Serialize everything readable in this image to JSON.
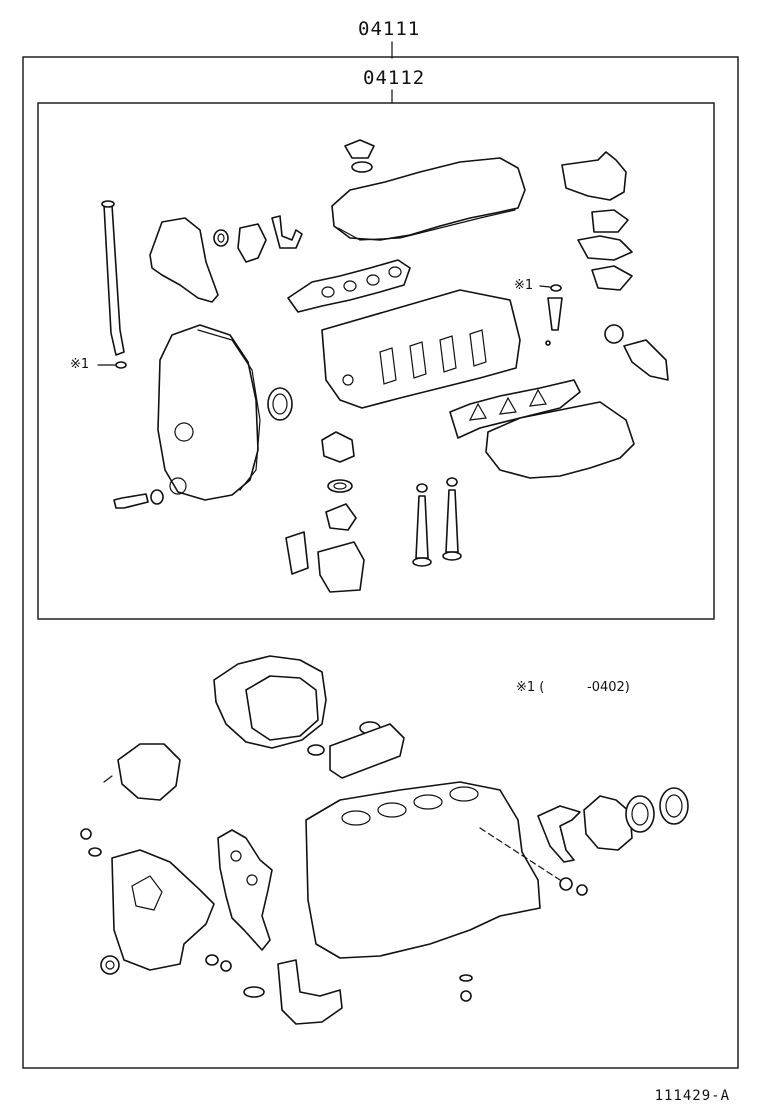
{
  "diagram": {
    "outer_kit_number": "04111",
    "inner_kit_number": "04112",
    "note_upper_left": "※1",
    "note_upper_right": "※1",
    "legend_mark": "※1 (",
    "legend_range": "-0402)",
    "illustration_number": "111429-A"
  },
  "icons": {
    "gasket-parts": "engine-gasket-kit-illustration"
  }
}
